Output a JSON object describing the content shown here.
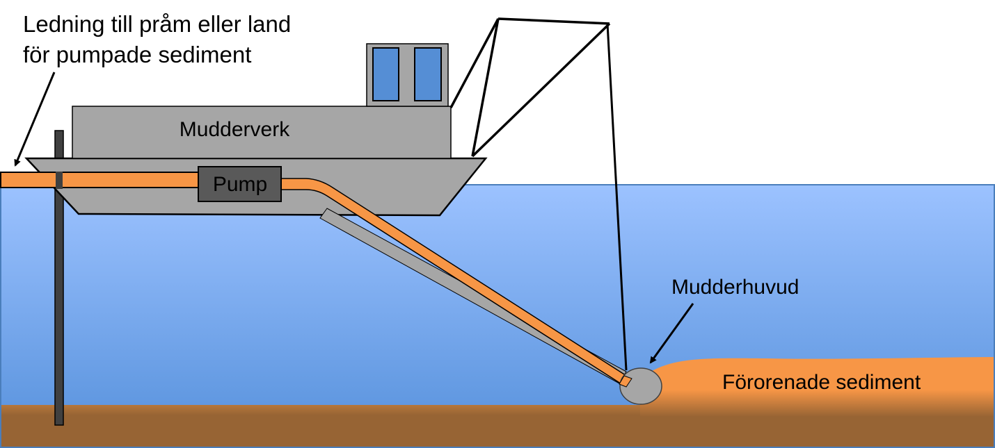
{
  "diagram": {
    "title": "Suction dredging of contaminated sediment",
    "labels": {
      "pipeline_line1": "Ledning till pråm eller land",
      "pipeline_line2": "för pumpade sediment",
      "dredger": "Mudderverk",
      "pump": "Pump",
      "dredge_head": "Mudderhuvud",
      "sediment": "Förorenade sediment"
    },
    "colors": {
      "water_top": "#9cc2ff",
      "water_bottom": "#5590db",
      "water_border": "#4a7ebb",
      "hull": "#a6a6a6",
      "pump": "#595959",
      "pipe": "#f79646",
      "window": "#558ed5",
      "seabed": "#976434",
      "sediment": "#f79646",
      "spud": "#404040"
    }
  }
}
